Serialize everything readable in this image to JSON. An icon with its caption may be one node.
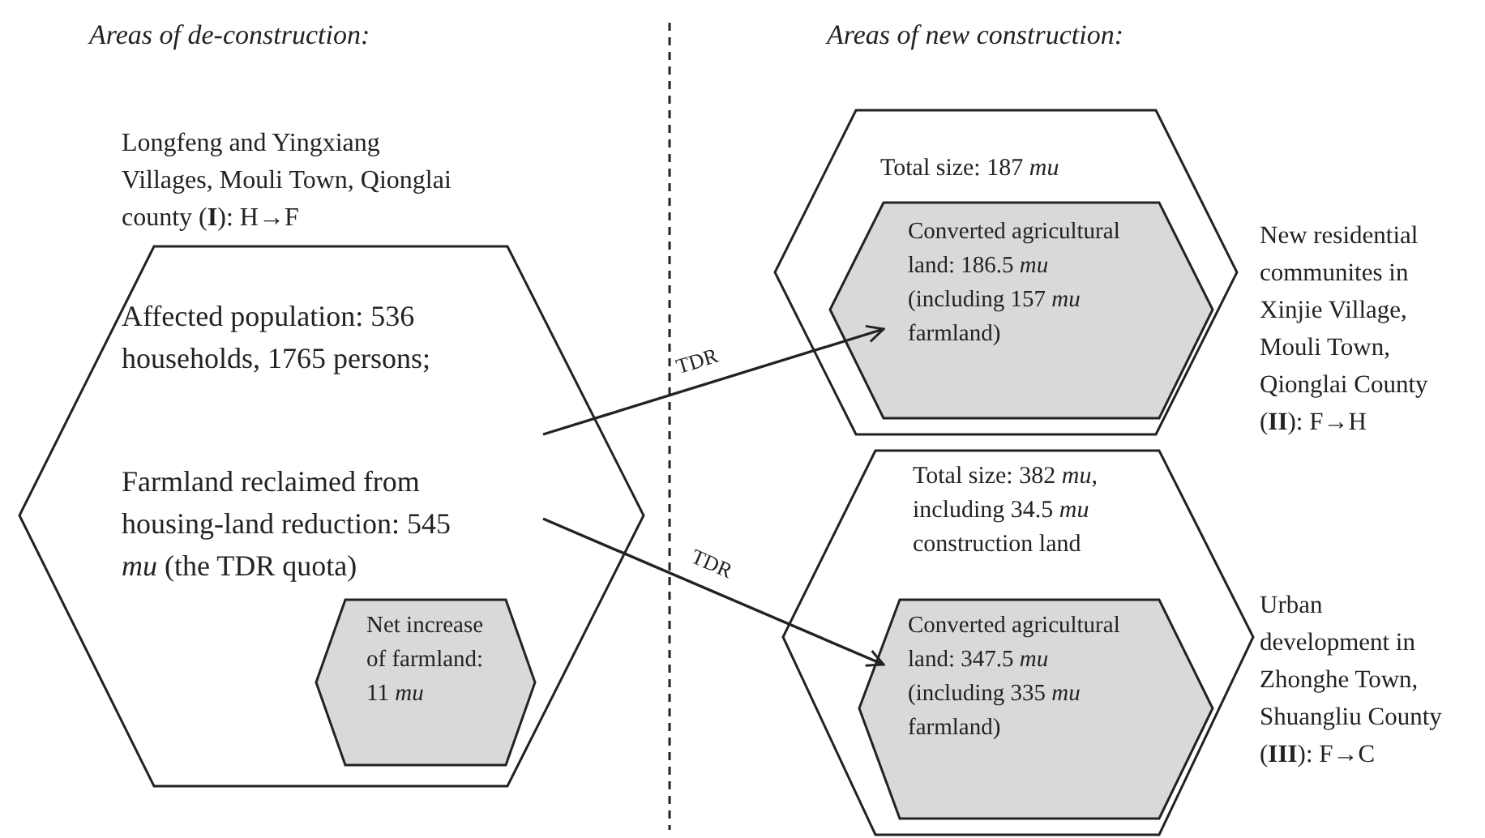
{
  "diagram": {
    "nodes": [
      {
        "text": [
          "Longfeng and Yingxiang Villages, Mouli Town, Qionglai county (**I**): H→F",
          "Affected population: 536 households, 1765 persons;",
          "Farmland reclaimed from housing-land reduction: 545 *mu* (the TDR quota)"
        ]
      },
      {
        "text": [
          "Net increase of farmland: 11 *mu*"
        ],
        "in": 0
      },
      {
        "text": [
          "Total size: 187 *mu*"
        ],
        "beside": [
          "New residential communites in Xinjie Village, Mouli Town, Qionglai County (**II**): F→H"
        ]
      },
      {
        "text": [
          "Converted agricultural land: 186.5 *mu* (including 157 *mu* farmland)"
        ],
        "in": 2
      },
      {
        "text": [
          "Total size: 382 *mu*, including 34.5 *mu* construction land"
        ],
        "beside": [
          "Urban development in Zhonghe Town, Shuangliu County (**III**): F→C"
        ]
      },
      {
        "text": [
          "Converted agricultural land: 347.5 *mu* (including 335 *mu* farmland)"
        ],
        "in": 4
      }
    ],
    "edges": [
      {
        "from": 0,
        "to": 3,
        "arrow": "to",
        "label": "TDR"
      },
      {
        "from": 0,
        "to": 5,
        "arrow": "to",
        "label": "TDR"
      }
    ],
    "labels": [
      "Areas of de-construction:",
      "Areas of new construction:"
    ]
  }
}
